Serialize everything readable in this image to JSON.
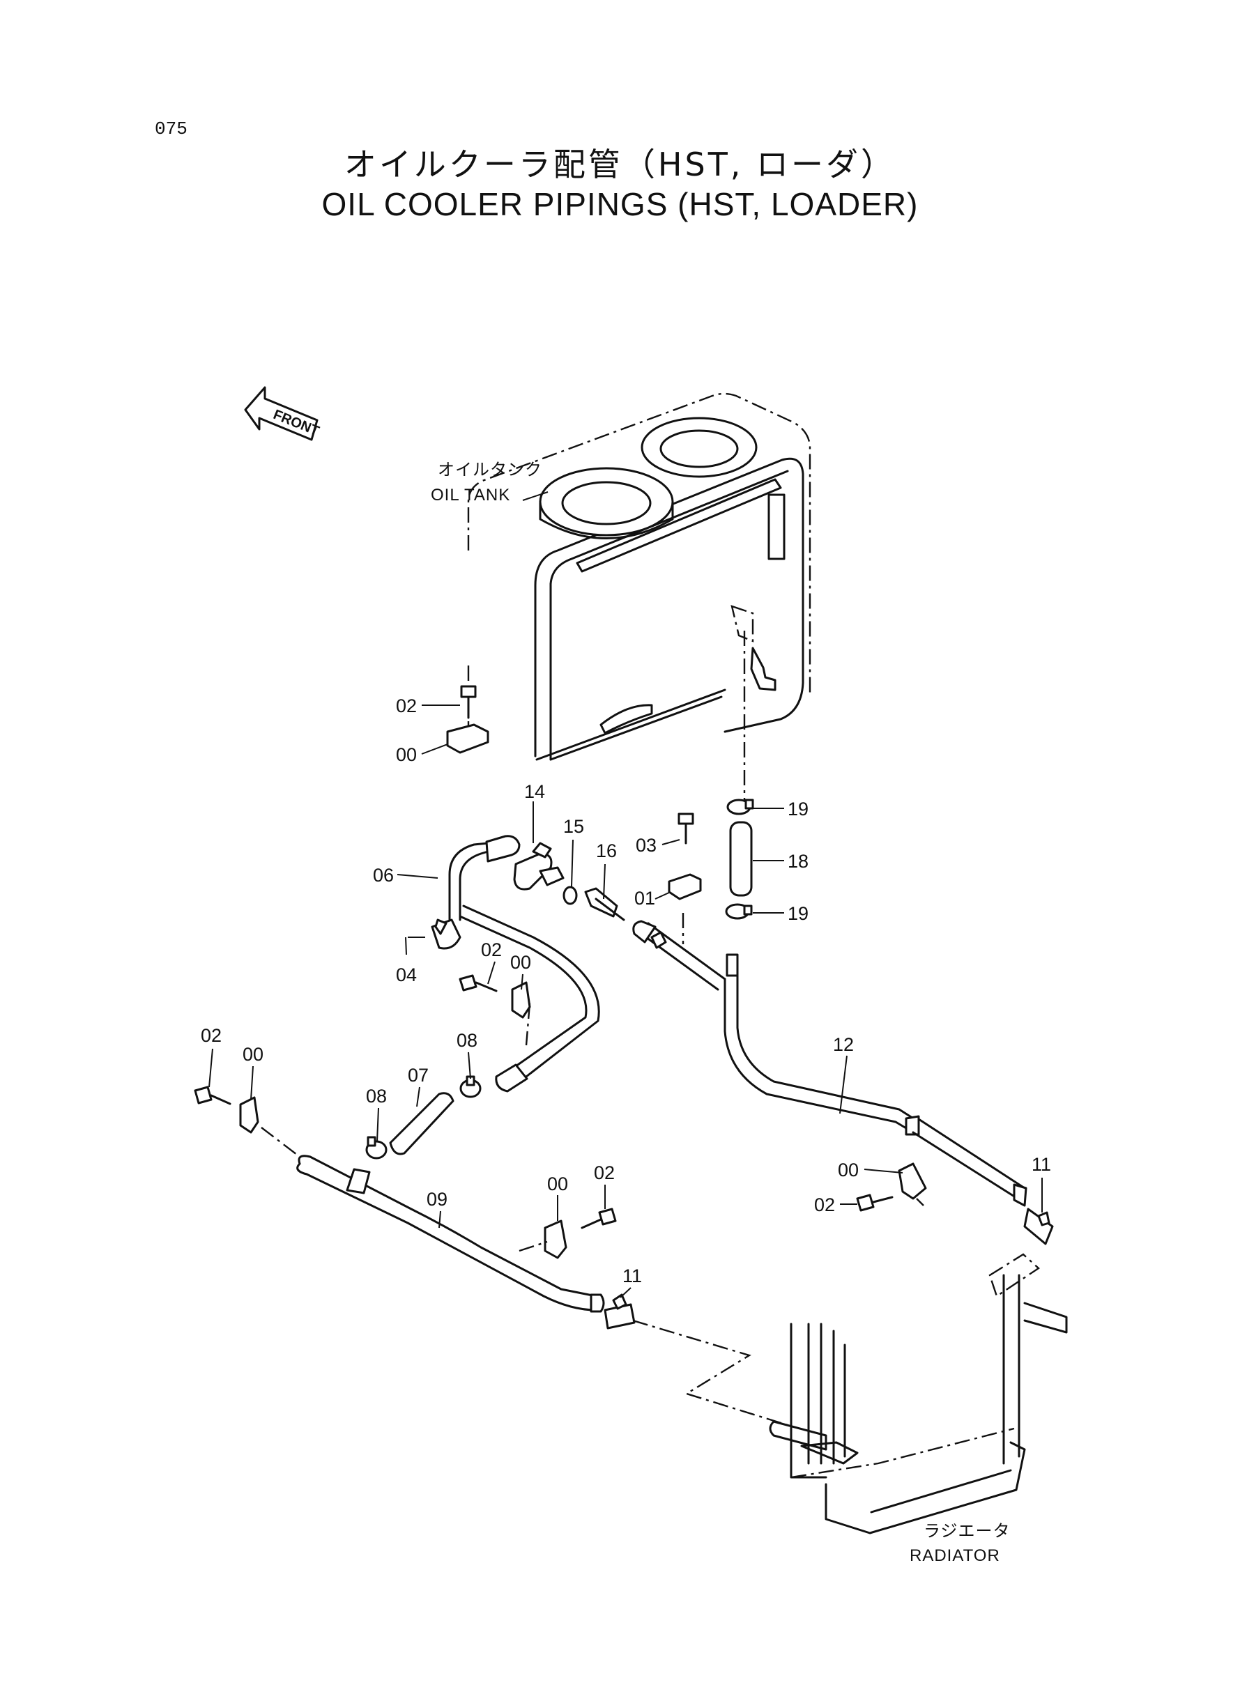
{
  "page_number": "075",
  "title": {
    "japanese": "オイルクーラ配管（HST, ローダ）",
    "english": "OIL COOLER PIPINGS (HST, LOADER)"
  },
  "direction_indicator": "FRONT",
  "components": {
    "oil_tank": {
      "japanese": "オイルタンク",
      "english": "OIL TANK"
    },
    "radiator": {
      "japanese": "ラジエータ",
      "english": "RADIATOR"
    }
  },
  "callouts": {
    "c02_a": "02",
    "c00_a": "00",
    "c14": "14",
    "c15": "15",
    "c16": "16",
    "c03": "03",
    "c01": "01",
    "c19_a": "19",
    "c18": "18",
    "c19_b": "19",
    "c06": "06",
    "c04": "04",
    "c02_b": "02",
    "c00_b": "00",
    "c02_c": "02",
    "c00_c": "00",
    "c08_a": "08",
    "c07": "07",
    "c08_b": "08",
    "c09": "09",
    "c00_d": "00",
    "c02_d": "02",
    "c11_a": "11",
    "c12": "12",
    "c00_e": "00",
    "c02_e": "02",
    "c11_b": "11"
  }
}
